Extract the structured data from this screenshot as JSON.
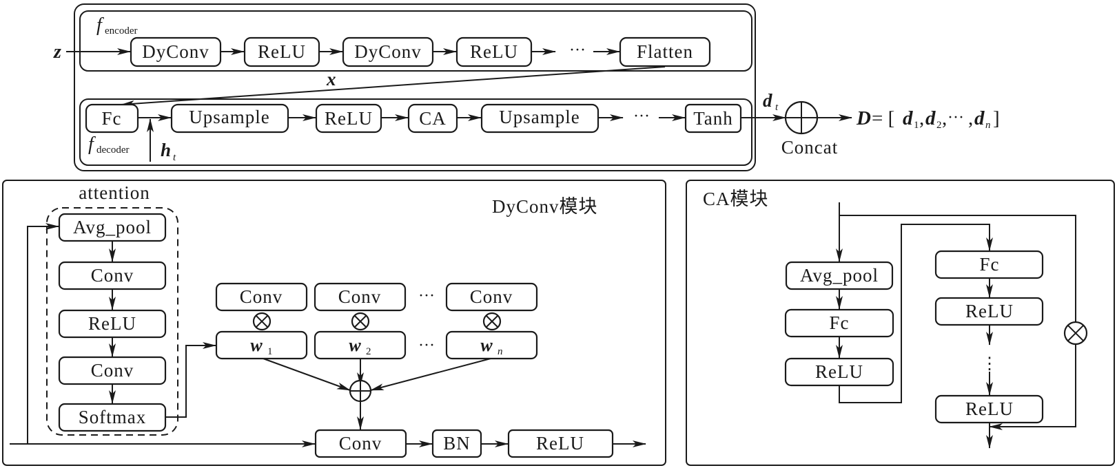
{
  "top_pipeline": {
    "input_label": "z",
    "encoder_label": {
      "base": "f",
      "subscript": "encoder"
    },
    "encoder_blocks": [
      "DyConv",
      "ReLU",
      "DyConv",
      "ReLU",
      "Flatten"
    ],
    "encoder_ellipsis": "···",
    "latent_label": "x",
    "decoder_label": {
      "base": "f",
      "subscript": "decoder"
    },
    "decoder_blocks": [
      "Fc",
      "Upsample",
      "ReLU",
      "CA",
      "Upsample",
      "Tanh"
    ],
    "decoder_ellipsis": "···",
    "hidden_label": {
      "base": "h",
      "subscript": "t"
    },
    "output_label": {
      "base": "d",
      "subscript": "t"
    },
    "concat_label": "Concat",
    "result": {
      "lhs": "D",
      "eq": "= [",
      "terms": [
        {
          "base": "d",
          "subscript": "1"
        },
        {
          "base": "d",
          "subscript": "2"
        },
        {
          "base": "···",
          "subscript": ""
        },
        {
          "base": "d",
          "subscript": "n"
        }
      ],
      "close": "]"
    }
  },
  "dyconv_panel": {
    "title": "DyConv模块",
    "attention_label": "attention",
    "attention_blocks": [
      "Avg_pool",
      "Conv",
      "ReLU",
      "Conv",
      "Softmax"
    ],
    "kernel_blocks": [
      "Conv",
      "Conv",
      "Conv"
    ],
    "weight_blocks": [
      {
        "base": "w",
        "subscript": "1"
      },
      {
        "base": "w",
        "subscript": "2"
      },
      {
        "base": "w",
        "subscript": "n"
      }
    ],
    "ellipsis": "···",
    "output_blocks": [
      "Conv",
      "BN",
      "ReLU"
    ]
  },
  "ca_panel": {
    "title": "CA模块",
    "left_blocks": [
      "Avg_pool",
      "Fc",
      "ReLU"
    ],
    "right_blocks": [
      "Fc",
      "ReLU",
      "ReLU"
    ],
    "vertical_ellipsis": "⋮"
  }
}
